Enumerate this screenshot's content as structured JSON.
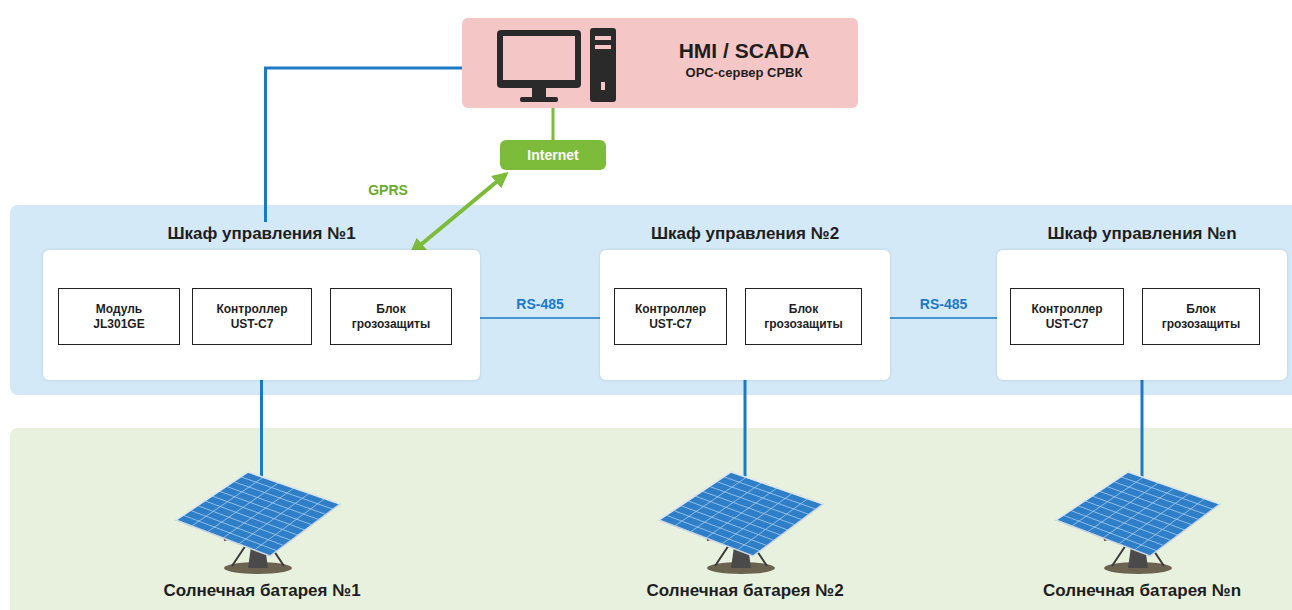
{
  "diagram": {
    "nodes": [
      {
        "text": [
          "HMI / SCADA",
          "OPC-сервер СРВК"
        ]
      },
      {
        "text": [
          "Internet"
        ]
      },
      {
        "text": [
          "Шкаф управления №1"
        ]
      },
      {
        "text": [
          "Модуль JL301GE"
        ],
        "in": 2
      },
      {
        "text": [
          "Контроллер UST-C7"
        ],
        "in": 2
      },
      {
        "text": [
          "Блок грозозащиты"
        ],
        "in": 2
      },
      {
        "text": [
          "Шкаф управления №2"
        ]
      },
      {
        "text": [
          "Контроллер UST-C7"
        ],
        "in": 6
      },
      {
        "text": [
          "Блок грозозащиты"
        ],
        "in": 6
      },
      {
        "text": [
          "Шкаф управления №n"
        ]
      },
      {
        "text": [
          "Контроллер UST-C7"
        ],
        "in": 9
      },
      {
        "text": [
          "Блок грозозащиты"
        ],
        "in": 9
      },
      {
        "text": [
          "Солнечная батарея №1"
        ]
      },
      {
        "text": [
          "Солнечная батарея №2"
        ]
      },
      {
        "text": [
          "Солнечная батарея №n"
        ]
      }
    ],
    "edges": [
      {
        "from": 0,
        "to": 2,
        "arrow": "none"
      },
      {
        "from": 2,
        "to": 1,
        "arrow": "both",
        "label": "GPRS"
      },
      {
        "from": 1,
        "to": 0,
        "arrow": "none"
      },
      {
        "from": 2,
        "to": 6,
        "arrow": "none",
        "label": "RS-485"
      },
      {
        "from": 6,
        "to": 9,
        "arrow": "none",
        "label": "RS-485"
      },
      {
        "from": 2,
        "to": 12,
        "arrow": "none"
      },
      {
        "from": 6,
        "to": 13,
        "arrow": "none"
      },
      {
        "from": 9,
        "to": 14,
        "arrow": "none"
      }
    ]
  }
}
